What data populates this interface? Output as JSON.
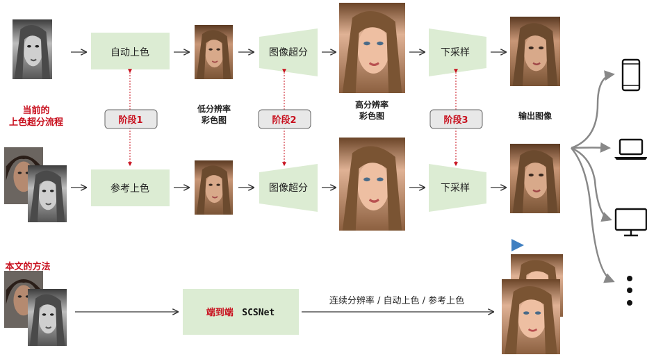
{
  "current_pipeline_label": [
    "当前的",
    "上色超分流程"
  ],
  "our_method_label": "本文的方法",
  "top_row": {
    "box1": "自动上色",
    "box2": "图像超分",
    "box3": "下采样"
  },
  "bottom_row": {
    "box1": "参考上色",
    "box2": "图像超分",
    "box3": "下采样"
  },
  "stages": [
    "阶段1",
    "阶段2",
    "阶段3"
  ],
  "captions": {
    "low_res_color": [
      "低分辨率",
      "彩色图"
    ],
    "high_res_color": [
      "高分辨率",
      "彩色图"
    ],
    "output": "输出图像"
  },
  "method_box": {
    "prefix": "端到端",
    "name": "SCSNet"
  },
  "method_tasks": "连续分辨率 / 自动上色 / 参考上色",
  "devices": [
    "phone-icon",
    "laptop-icon",
    "monitor-icon",
    "more-icon"
  ],
  "colors": {
    "box_fill": "#dcecd3",
    "stage_fill": "#e8e8e8",
    "accent_red": "#c8101e",
    "dashed_start": "#9a9a9a",
    "dashed_end": "#3f7fc1"
  }
}
